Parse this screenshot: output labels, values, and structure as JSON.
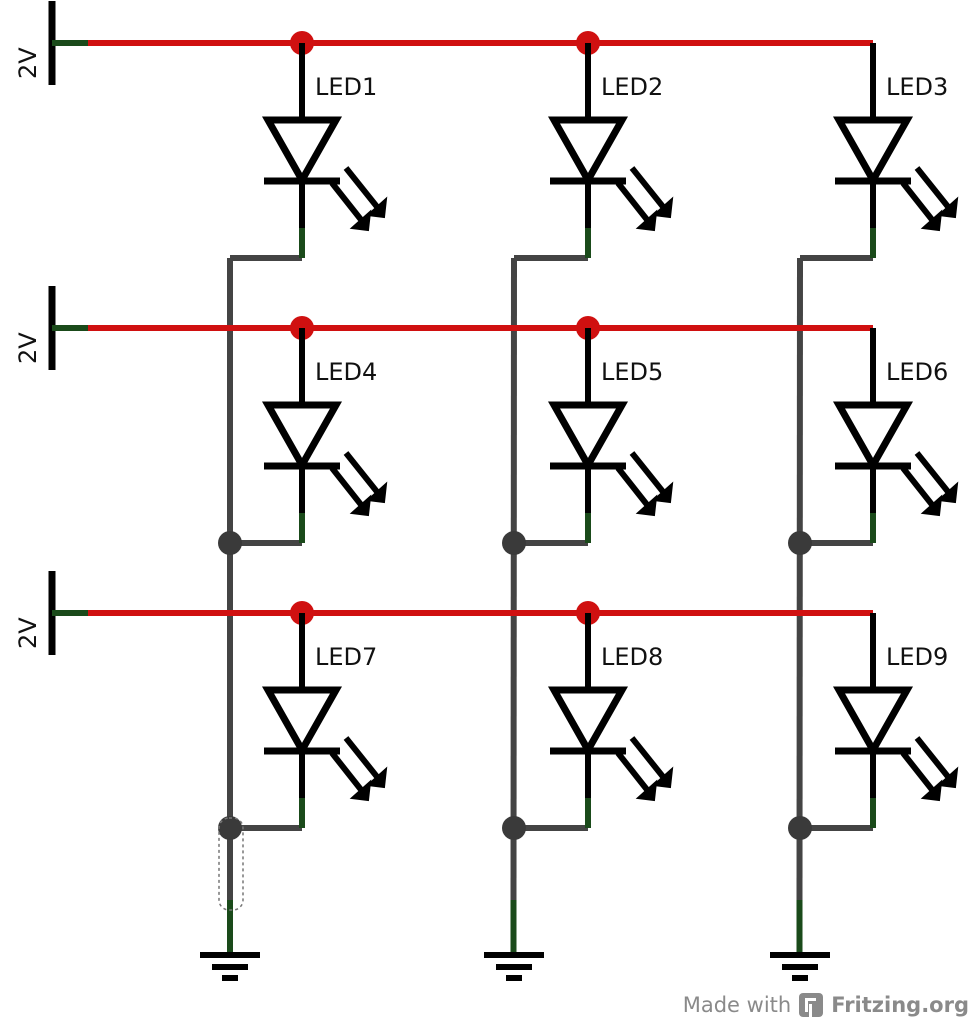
{
  "supplies": [
    {
      "label": "2V"
    },
    {
      "label": "2V"
    },
    {
      "label": "2V"
    }
  ],
  "leds": [
    {
      "label": "LED1"
    },
    {
      "label": "LED2"
    },
    {
      "label": "LED3"
    },
    {
      "label": "LED4"
    },
    {
      "label": "LED5"
    },
    {
      "label": "LED6"
    },
    {
      "label": "LED7"
    },
    {
      "label": "LED8"
    },
    {
      "label": "LED9"
    }
  ],
  "grounds": [
    {
      "id": "gnd-1"
    },
    {
      "id": "gnd-2"
    },
    {
      "id": "gnd-3"
    }
  ],
  "colors": {
    "supply_wire": "#d01010",
    "ground_wire": "#444444",
    "symbol": "#000000",
    "pin_green": "#1a4a1a"
  },
  "footer": {
    "made_with": "Made with",
    "brand": "Fritzing.org"
  }
}
